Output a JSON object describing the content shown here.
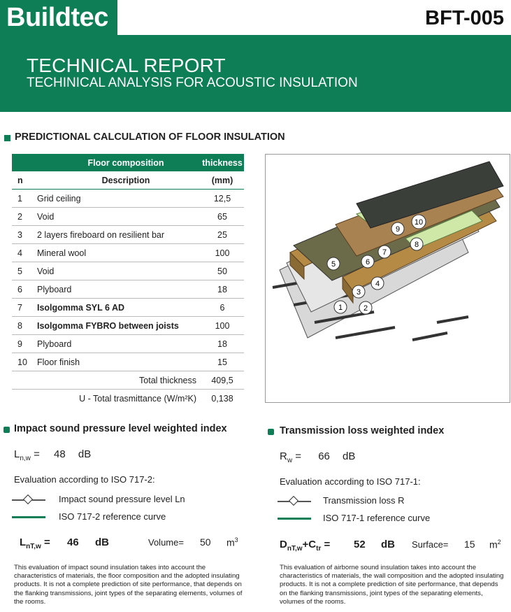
{
  "header": {
    "logo": "Buildtec",
    "code": "BFT-005",
    "title": "TECHNICAL REPORT",
    "subtitle": "TECHINICAL ANALYSIS FOR ACOUSTIC INSULATION"
  },
  "section_title": "PREDICTIONAL CALCULATION OF FLOOR INSULATION",
  "table": {
    "head_composition": "Floor composition",
    "head_thickness": "thickness",
    "col_n": "n",
    "col_description": "Description",
    "col_unit": "(mm)",
    "rows": [
      {
        "n": "1",
        "description": "Grid ceiling",
        "thickness": "12,5"
      },
      {
        "n": "2",
        "description": "Void",
        "thickness": "65"
      },
      {
        "n": "3",
        "description": "2 layers fireboard on resilient bar",
        "thickness": "25"
      },
      {
        "n": "4",
        "description": "Mineral wool",
        "thickness": "100"
      },
      {
        "n": "5",
        "description": "Void",
        "thickness": "50"
      },
      {
        "n": "6",
        "description": "Plyboard",
        "thickness": "18"
      },
      {
        "n": "7",
        "description": "Isolgomma SYL 6 AD",
        "thickness": "6"
      },
      {
        "n": "8",
        "description": "Isolgomma FYBRO between joists",
        "thickness": "100"
      },
      {
        "n": "9",
        "description": "Plyboard",
        "thickness": "18"
      },
      {
        "n": "10",
        "description": "Floor finish",
        "thickness": "15"
      }
    ],
    "total_label": "Total thickness",
    "total_value": "409,5",
    "u_label": "U - Total trasmittance (W/m²K)",
    "u_value": "0,138"
  },
  "diagram_labels": [
    "1",
    "2",
    "3",
    "4",
    "5",
    "6",
    "7",
    "8",
    "9",
    "10"
  ],
  "impact": {
    "title": "Impact sound pressure level weighted index",
    "symbol": "L",
    "symbol_sub": "n,w",
    "eq": "=",
    "value": "48",
    "unit": "dB",
    "evaluation": "Evaluation according to  ISO 717-2:",
    "legend1": "Impact sound pressure level Ln",
    "legend2": "ISO 717-2 reference curve",
    "result_symbol": "L",
    "result_sub": "nT,w",
    "result_eq": "=",
    "result_value": "46",
    "result_unit": "dB",
    "volume_label": "Volume=",
    "volume_value": "50",
    "volume_unit": "m",
    "volume_sup": "3",
    "note": "This evaluation of impact sound insulation takes into account the characteristics of materials, the floor composition and the adopted insulating products. It is not a complete prediction of site performance, that depends on the flanking transmissions, joint types of the separating elements, volumes of the rooms."
  },
  "transmission": {
    "title": "Transmission loss weighted index",
    "symbol": "R",
    "symbol_sub": "w",
    "eq": "=",
    "value": "66",
    "unit": "dB",
    "evaluation": "Evaluation according to  ISO 717-1:",
    "legend1": "Transmission loss R",
    "legend2": "ISO 717-1 reference curve",
    "result_symbol": "D",
    "result_sub": "nT,w",
    "result_plus": "+C",
    "result_sub2": "tr",
    "result_eq": "=",
    "result_value": "52",
    "result_unit": "dB",
    "surface_label": "Surface=",
    "surface_value": "15",
    "surface_unit": "m",
    "surface_sup": "2",
    "note": "This evaluation of airborne sound insulation takes into account the characteristics of materials, the wall composition and the adopted insulating products. It is not a complete prediction of site performance, that depends on the flanking transmissions, joint types of the separating elements, volumes of the rooms."
  },
  "colors": {
    "brand_green": "#0d7e55"
  }
}
